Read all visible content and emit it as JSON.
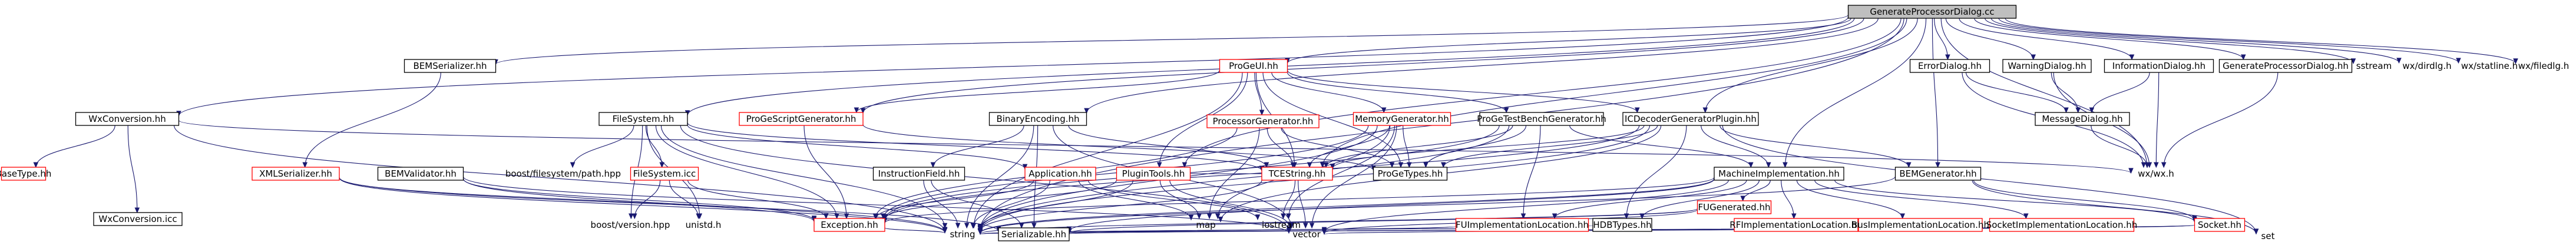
{
  "colors": {
    "background": "#ffffff",
    "edge": "#191970",
    "edge_red": "#b22222",
    "box_border_normal": "#000000",
    "box_border_red": "#ff0000",
    "box_fill_normal": "#ffffff",
    "box_fill_root": "#bfbfbf",
    "text": "#000000"
  },
  "nodes": [
    {
      "id": "root",
      "label": "GenerateProcessorDialog.cc",
      "style": "root"
    },
    {
      "id": "bemser",
      "label": "BEMSerializer.hh",
      "style": "normal"
    },
    {
      "id": "progeui",
      "label": "ProGeUI.hh",
      "style": "red"
    },
    {
      "id": "errdlg",
      "label": "ErrorDialog.hh",
      "style": "normal"
    },
    {
      "id": "warndlg",
      "label": "WarningDialog.hh",
      "style": "normal"
    },
    {
      "id": "infodlg",
      "label": "InformationDialog.hh",
      "style": "normal"
    },
    {
      "id": "genprocdlg",
      "label": "GenerateProcessorDialog.hh",
      "style": "normal"
    },
    {
      "id": "sstream",
      "label": "sstream",
      "style": "plain"
    },
    {
      "id": "wxdirdlg",
      "label": "wx/dirdlg.h",
      "style": "plain"
    },
    {
      "id": "wxstatline",
      "label": "wx/statline.h",
      "style": "plain"
    },
    {
      "id": "wxfiledlg",
      "label": "wx/filedlg.h",
      "style": "plain"
    },
    {
      "id": "wxconv",
      "label": "WxConversion.hh",
      "style": "normal"
    },
    {
      "id": "fs",
      "label": "FileSystem.hh",
      "style": "normal"
    },
    {
      "id": "progescript",
      "label": "ProGeScriptGenerator.hh",
      "style": "red"
    },
    {
      "id": "binenc",
      "label": "BinaryEncoding.hh",
      "style": "normal"
    },
    {
      "id": "procgen",
      "label": "ProcessorGenerator.hh",
      "style": "red"
    },
    {
      "id": "memgen",
      "label": "MemoryGenerator.hh",
      "style": "red"
    },
    {
      "id": "progetb",
      "label": "ProGeTestBenchGenerator.hh",
      "style": "normal"
    },
    {
      "id": "icdec",
      "label": "ICDecoderGeneratorPlugin.hh",
      "style": "normal"
    },
    {
      "id": "msgdlg",
      "label": "MessageDialog.hh",
      "style": "normal"
    },
    {
      "id": "basetype",
      "label": "BaseType.hh",
      "style": "red"
    },
    {
      "id": "xmlser",
      "label": "XMLSerializer.hh",
      "style": "red"
    },
    {
      "id": "bemval",
      "label": "BEMValidator.hh",
      "style": "normal"
    },
    {
      "id": "boostfs",
      "label": "boost/filesystem/path.hpp",
      "style": "plain"
    },
    {
      "id": "fsicc",
      "label": "FileSystem.icc",
      "style": "red"
    },
    {
      "id": "instrfld",
      "label": "InstructionField.hh",
      "style": "normal"
    },
    {
      "id": "app",
      "label": "Application.hh",
      "style": "red"
    },
    {
      "id": "plugintools",
      "label": "PluginTools.hh",
      "style": "red"
    },
    {
      "id": "tcestring",
      "label": "TCEString.hh",
      "style": "red"
    },
    {
      "id": "progetypes",
      "label": "ProGeTypes.hh",
      "style": "normal"
    },
    {
      "id": "machimpl",
      "label": "MachineImplementation.hh",
      "style": "normal"
    },
    {
      "id": "bemgen",
      "label": "BEMGenerator.hh",
      "style": "normal"
    },
    {
      "id": "wxwx",
      "label": "wx/wx.h",
      "style": "plain"
    },
    {
      "id": "wxconvicc",
      "label": "WxConversion.icc",
      "style": "normal"
    },
    {
      "id": "boostver",
      "label": "boost/version.hpp",
      "style": "plain"
    },
    {
      "id": "unistd",
      "label": "unistd.h",
      "style": "plain"
    },
    {
      "id": "exception",
      "label": "Exception.hh",
      "style": "red"
    },
    {
      "id": "map",
      "label": "map",
      "style": "plain"
    },
    {
      "id": "iostream",
      "label": "iostream",
      "style": "plain"
    },
    {
      "id": "fuimpl",
      "label": "FUImplementationLocation.hh",
      "style": "red"
    },
    {
      "id": "hdbtypes",
      "label": "HDBTypes.hh",
      "style": "normal"
    },
    {
      "id": "rfimpl",
      "label": "RFImplementationLocation.hh",
      "style": "red"
    },
    {
      "id": "busimpl",
      "label": "BusImplementationLocation.hh",
      "style": "red"
    },
    {
      "id": "sockimpl",
      "label": "SocketImplementationLocation.hh",
      "style": "red"
    },
    {
      "id": "socket",
      "label": "Socket.hh",
      "style": "red"
    },
    {
      "id": "fugen",
      "label": "FUGenerated.hh",
      "style": "red"
    },
    {
      "id": "set",
      "label": "set",
      "style": "plain"
    },
    {
      "id": "serializable",
      "label": "Serializable.hh",
      "style": "normal"
    },
    {
      "id": "string",
      "label": "string",
      "style": "plain"
    },
    {
      "id": "vector",
      "label": "vector",
      "style": "plain"
    }
  ],
  "edges": [
    [
      "root",
      "bemser"
    ],
    [
      "root",
      "progeui"
    ],
    [
      "root",
      "errdlg"
    ],
    [
      "root",
      "warndlg"
    ],
    [
      "root",
      "infodlg"
    ],
    [
      "root",
      "genprocdlg"
    ],
    [
      "root",
      "sstream"
    ],
    [
      "root",
      "wxdirdlg"
    ],
    [
      "root",
      "wxstatline"
    ],
    [
      "root",
      "wxfiledlg"
    ],
    [
      "root",
      "wxconv"
    ],
    [
      "root",
      "fs"
    ],
    [
      "root",
      "progescript"
    ],
    [
      "root",
      "binenc"
    ],
    [
      "root",
      "icdec"
    ],
    [
      "root",
      "plugintools"
    ],
    [
      "root",
      "tcestring"
    ],
    [
      "root",
      "machimpl"
    ],
    [
      "root",
      "bemgen"
    ],
    [
      "root",
      "wxwx"
    ],
    [
      "root",
      "string"
    ],
    [
      "bemser",
      "xmlser"
    ],
    [
      "progeui",
      "progescript"
    ],
    [
      "progeui",
      "procgen"
    ],
    [
      "progeui",
      "memgen"
    ],
    [
      "progeui",
      "progetb"
    ],
    [
      "progeui",
      "icdec"
    ],
    [
      "progeui",
      "plugintools"
    ],
    [
      "progeui",
      "tcestring"
    ],
    [
      "progeui",
      "progetypes"
    ],
    [
      "progeui",
      "string"
    ],
    [
      "errdlg",
      "msgdlg"
    ],
    [
      "errdlg",
      "wxwx"
    ],
    [
      "warndlg",
      "msgdlg"
    ],
    [
      "warndlg",
      "wxwx"
    ],
    [
      "infodlg",
      "msgdlg"
    ],
    [
      "infodlg",
      "wxwx"
    ],
    [
      "genprocdlg",
      "wxwx"
    ],
    [
      "msgdlg",
      "wxwx"
    ],
    [
      "wxconv",
      "basetype"
    ],
    [
      "wxconv",
      "wxconvicc"
    ],
    [
      "wxconv",
      "wxwx"
    ],
    [
      "wxconv",
      "string"
    ],
    [
      "fs",
      "boostfs"
    ],
    [
      "fs",
      "fsicc"
    ],
    [
      "fs",
      "boostver"
    ],
    [
      "fs",
      "unistd"
    ],
    [
      "fs",
      "exception"
    ],
    [
      "fs",
      "string"
    ],
    [
      "fs",
      "vector"
    ],
    [
      "fs",
      "app"
    ],
    [
      "fs",
      "tcestring"
    ],
    [
      "progescript",
      "exception"
    ],
    [
      "progescript",
      "progetypes"
    ],
    [
      "binenc",
      "instrfld"
    ],
    [
      "binenc",
      "serializable"
    ],
    [
      "binenc",
      "string"
    ],
    [
      "binenc",
      "vector"
    ],
    [
      "binenc",
      "tcestring"
    ],
    [
      "procgen",
      "exception"
    ],
    [
      "procgen",
      "tcestring"
    ],
    [
      "procgen",
      "progetypes"
    ],
    [
      "procgen",
      "map"
    ],
    [
      "memgen",
      "exception"
    ],
    [
      "memgen",
      "tcestring"
    ],
    [
      "memgen",
      "progetypes"
    ],
    [
      "memgen",
      "map"
    ],
    [
      "memgen",
      "iostream"
    ],
    [
      "memgen",
      "vector"
    ],
    [
      "memgen",
      "string"
    ],
    [
      "progetb",
      "tcestring"
    ],
    [
      "progetb",
      "progetypes"
    ],
    [
      "progetb",
      "machimpl"
    ],
    [
      "progetb",
      "fuimpl"
    ],
    [
      "progetb",
      "exception"
    ],
    [
      "progetb",
      "string"
    ],
    [
      "icdec",
      "tcestring"
    ],
    [
      "icdec",
      "progetypes"
    ],
    [
      "icdec",
      "machimpl"
    ],
    [
      "icdec",
      "bemgen"
    ],
    [
      "icdec",
      "hdbtypes"
    ],
    [
      "icdec",
      "map"
    ],
    [
      "icdec",
      "set"
    ],
    [
      "icdec",
      "string"
    ],
    [
      "icdec",
      "exception"
    ],
    [
      "xmlser",
      "exception"
    ],
    [
      "xmlser",
      "serializable"
    ],
    [
      "xmlser",
      "string"
    ],
    [
      "bemval",
      "exception"
    ],
    [
      "bemval",
      "string"
    ],
    [
      "bemval",
      "vector"
    ],
    [
      "fsicc",
      "boostver"
    ],
    [
      "fsicc",
      "unistd"
    ],
    [
      "fsicc",
      "exception"
    ],
    [
      "instrfld",
      "serializable"
    ],
    [
      "instrfld",
      "string"
    ],
    [
      "app",
      "exception"
    ],
    [
      "app",
      "string"
    ],
    [
      "app",
      "map"
    ],
    [
      "app",
      "iostream"
    ],
    [
      "plugintools",
      "exception"
    ],
    [
      "plugintools",
      "map"
    ],
    [
      "plugintools",
      "string"
    ],
    [
      "plugintools",
      "vector"
    ],
    [
      "plugintools",
      "tcestring"
    ],
    [
      "tcestring",
      "string"
    ],
    [
      "tcestring",
      "vector"
    ],
    [
      "tcestring",
      "iostream"
    ],
    [
      "machimpl",
      "fuimpl"
    ],
    [
      "machimpl",
      "hdbtypes"
    ],
    [
      "machimpl",
      "rfimpl"
    ],
    [
      "machimpl",
      "busimpl"
    ],
    [
      "machimpl",
      "sockimpl"
    ],
    [
      "machimpl",
      "socket"
    ],
    [
      "machimpl",
      "fugen"
    ],
    [
      "machimpl",
      "serializable"
    ],
    [
      "machimpl",
      "string"
    ],
    [
      "machimpl",
      "vector"
    ],
    [
      "machimpl",
      "exception"
    ],
    [
      "bemgen",
      "socket"
    ],
    [
      "bemgen",
      "set"
    ],
    [
      "bemgen",
      "string"
    ],
    [
      "exception",
      "string"
    ],
    [
      "fuimpl",
      "serializable"
    ],
    [
      "hdbtypes",
      "string"
    ],
    [
      "socket",
      "serializable"
    ],
    [
      "socket",
      "string"
    ],
    [
      "socket",
      "vector"
    ],
    [
      "fugen",
      "serializable"
    ],
    [
      "fugen",
      "string"
    ],
    [
      "fugen",
      "vector"
    ]
  ]
}
